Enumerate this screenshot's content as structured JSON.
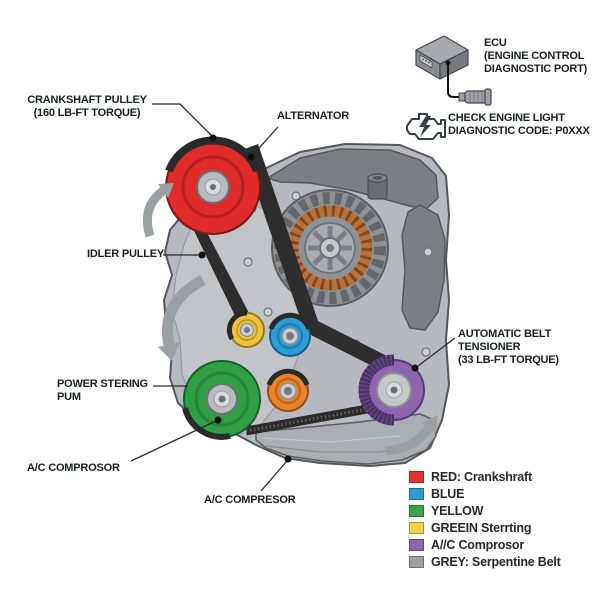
{
  "labels": {
    "crankshaft_pulley": {
      "line1": "CRANKSHAFT PULLEY",
      "line2": "(160 LB-FT TORQUE)"
    },
    "alternator": {
      "line1": "ALTERNATOR"
    },
    "idler_pulley": {
      "line1": "IDLER PULLEY"
    },
    "power_steering": {
      "line1": "POWER STERING",
      "line2": "PUM"
    },
    "ac_compressor_left": {
      "line1": "A/C COMPROSOR"
    },
    "ac_compressor_bottom": {
      "line1": "A/C COMPRESOR"
    },
    "belt_tensioner": {
      "line1": "AUTOMATIC BELT",
      "line2": "TENSIONER",
      "line3": "(33 LB-FT TORQUE)"
    },
    "ecu": {
      "line1": "ECU",
      "line2": "(ENGINE CONTROL",
      "line3": "DIAGNOSTIC PORT)"
    },
    "check_engine": {
      "line1": "CHECK ENGINE LIGHT",
      "line2": "DIAGNOSTIC CODE: P0XXX"
    }
  },
  "legend": {
    "items": [
      {
        "name": "red",
        "color": "#e23434",
        "label": "RED: Crankshraft"
      },
      {
        "name": "blue",
        "color": "#2b9cd8",
        "label": "BLUE"
      },
      {
        "name": "green",
        "color": "#3aa34a",
        "label": "YELLOW"
      },
      {
        "name": "yellow",
        "color": "#f0d245",
        "label": "GREEIN Sterrting"
      },
      {
        "name": "purple",
        "color": "#8a67ad",
        "label": "A//C Comprosor"
      },
      {
        "name": "grey",
        "color": "#9aa0a5",
        "label": "GREY: Serpentine Belt"
      }
    ]
  },
  "colors": {
    "crankshaft_red": "#e02b2b",
    "idler_yellow": "#ecc23f",
    "water_pump_blue": "#2d9fd6",
    "power_steering_green": "#2f9e44",
    "ac_orange": "#e8842b",
    "tensioner_purple": "#8f66ae",
    "alternator_copper": "#b5723c",
    "belt_black": "#2d2d2d",
    "engine_grey": "#b6bac0",
    "arrow_grey": "#9ba0a5"
  }
}
